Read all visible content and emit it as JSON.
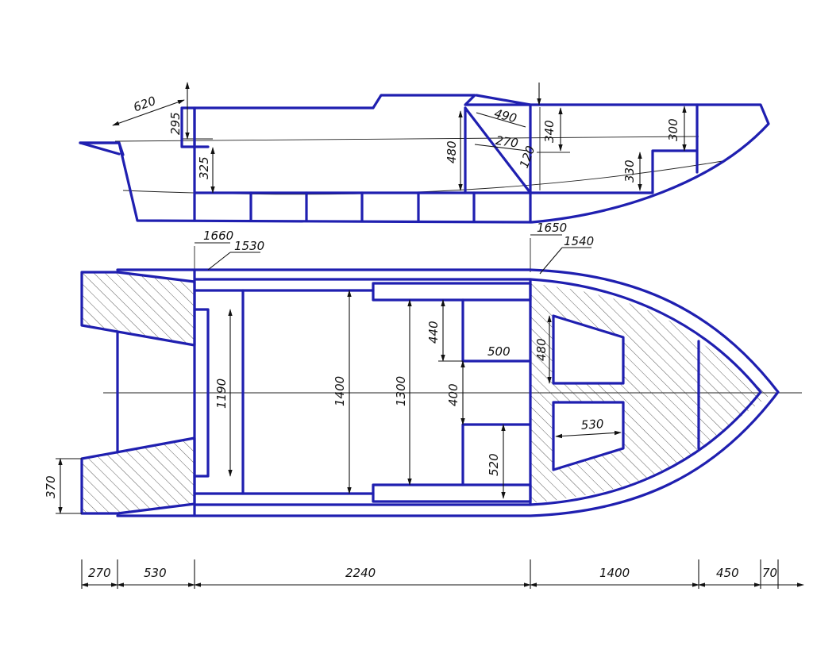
{
  "side_view": {
    "dims": {
      "d620": "620",
      "d295": "295",
      "d325": "325",
      "d480": "480",
      "d490": "490",
      "d270": "270",
      "d120": "120",
      "d340": "340",
      "d300": "300",
      "d330": "330"
    }
  },
  "top_view": {
    "dims": {
      "d1660": "1660",
      "d1530": "1530",
      "d1650": "1650",
      "d1540": "1540",
      "d1190": "1190",
      "d1400": "1400",
      "d1300": "1300",
      "d440": "440",
      "d400": "400",
      "d500": "500",
      "d520": "520",
      "d480": "480",
      "d530": "530",
      "d370": "370"
    }
  },
  "bottom_dims": {
    "d270": "270",
    "d530": "530",
    "d2240": "2240",
    "d1400": "1400",
    "d450": "450",
    "d70": "70"
  }
}
